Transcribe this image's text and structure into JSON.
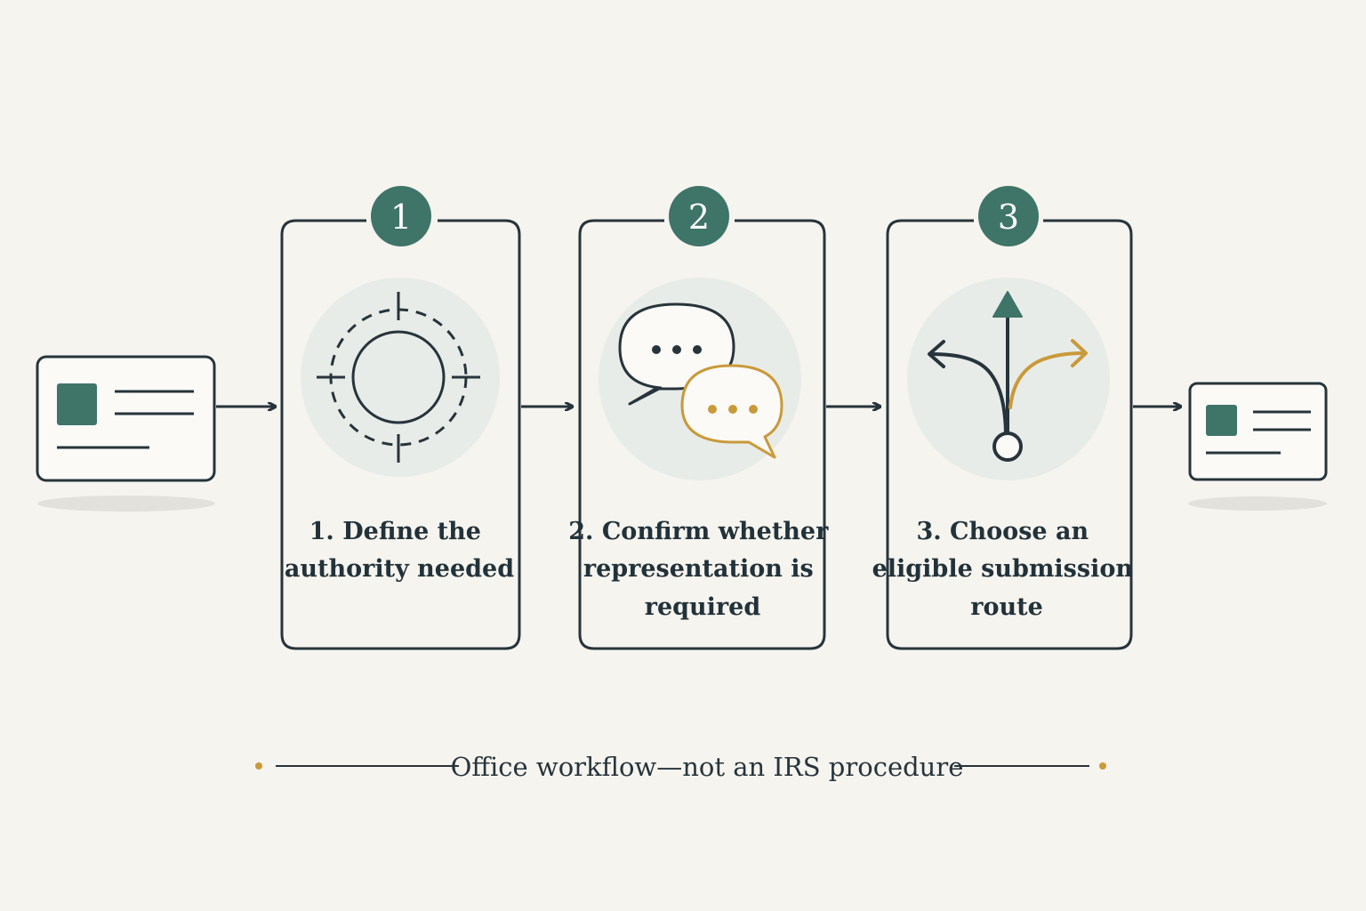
{
  "colors": {
    "background": "#f6f4ef",
    "ink": "#27343b",
    "teal": "#3f7469",
    "gold": "#c99a3a",
    "halo": "#e8ece8",
    "shadow": "#e3e1dc"
  },
  "steps": [
    {
      "badge": "1",
      "label_lines": [
        "1. Define the",
        "authority needed"
      ],
      "icon": "target-crosshair-icon"
    },
    {
      "badge": "2",
      "label_lines": [
        "2. Confirm whether",
        "representation is",
        "required"
      ],
      "icon": "speech-bubbles-icon"
    },
    {
      "badge": "3",
      "label_lines": [
        "3. Choose an",
        "eligible submission",
        "route"
      ],
      "icon": "branching-arrows-icon"
    }
  ],
  "input_document_icon": "document-card-icon",
  "output_document_icon": "document-card-icon",
  "footer": {
    "text": "Office workflow—not an IRS procedure"
  }
}
